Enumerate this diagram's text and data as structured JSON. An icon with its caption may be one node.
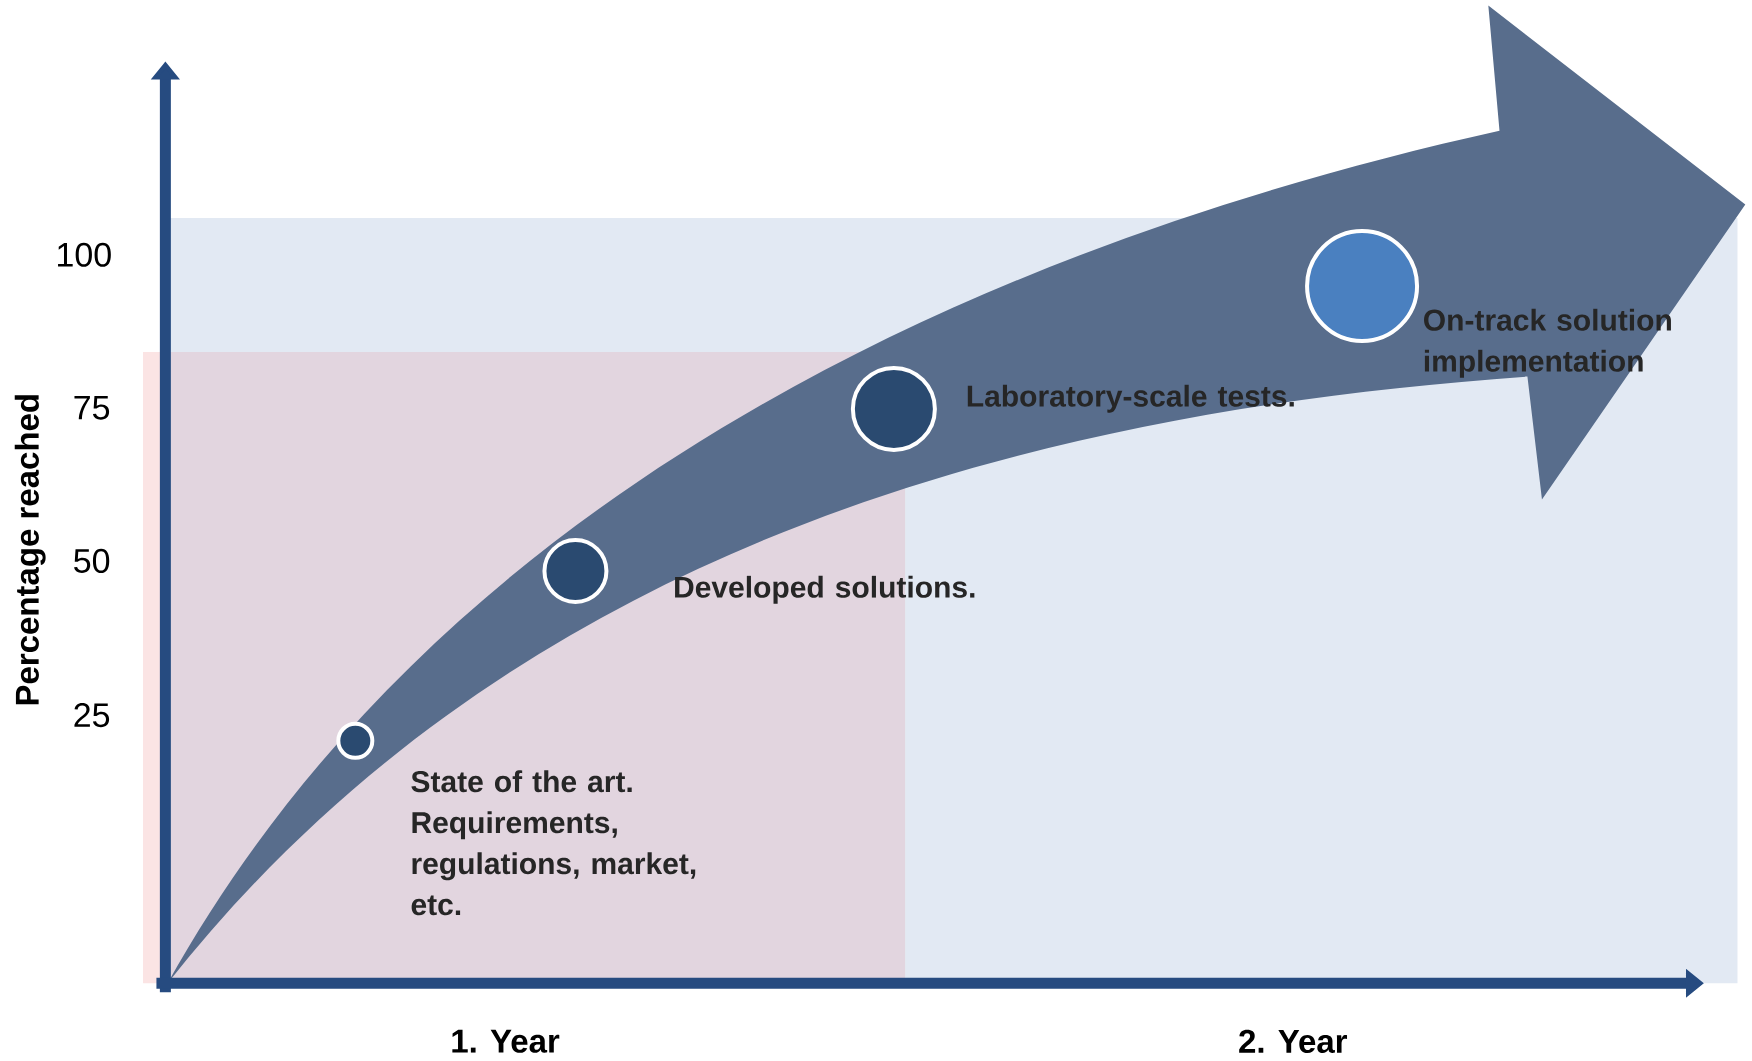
{
  "diagram": {
    "nodes": [
      {
        "text": [],
        "shape": "circle",
        "beside": [
          "State of the art. Requirements, regulations, market, etc."
        ]
      },
      {
        "text": [],
        "shape": "circle",
        "beside": [
          "Developed solutions."
        ]
      },
      {
        "text": [],
        "shape": "circle",
        "beside": [
          "Laboratory-scale tests."
        ]
      },
      {
        "text": [],
        "shape": "circle",
        "beside": [
          "On-track solution implementation"
        ]
      }
    ],
    "labels": [
      "100",
      "75",
      "50",
      "25",
      "Percentage reached",
      "1. Year",
      "2. Year"
    ]
  }
}
